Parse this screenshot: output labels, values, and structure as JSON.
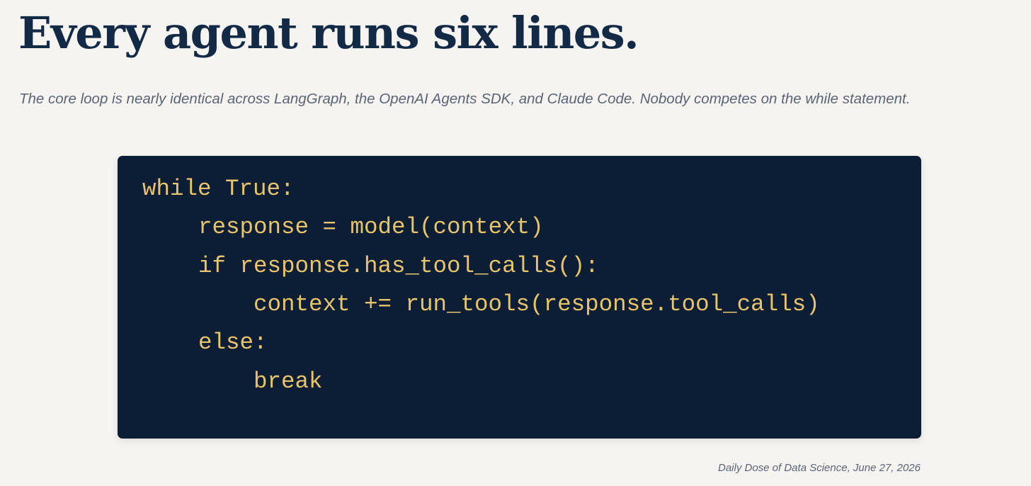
{
  "slide": {
    "title": "Every agent runs six lines.",
    "subtitle": "The core loop is nearly identical across LangGraph, the OpenAI Agents SDK, and Claude Code. Nobody competes on the while statement.",
    "code_lines": [
      "while True:",
      "response = model(context)",
      "if response.has_tool_calls():",
      "context += run_tools(response.tool_calls)",
      "else:",
      "break"
    ],
    "footer": "Daily Dose of Data Science, June 27, 2026"
  },
  "colors": {
    "background": "#f5f4f0",
    "title": "#132a46",
    "muted_text": "#5b6475",
    "code_background": "#0b1e35",
    "code_text": "#e9c46a"
  }
}
